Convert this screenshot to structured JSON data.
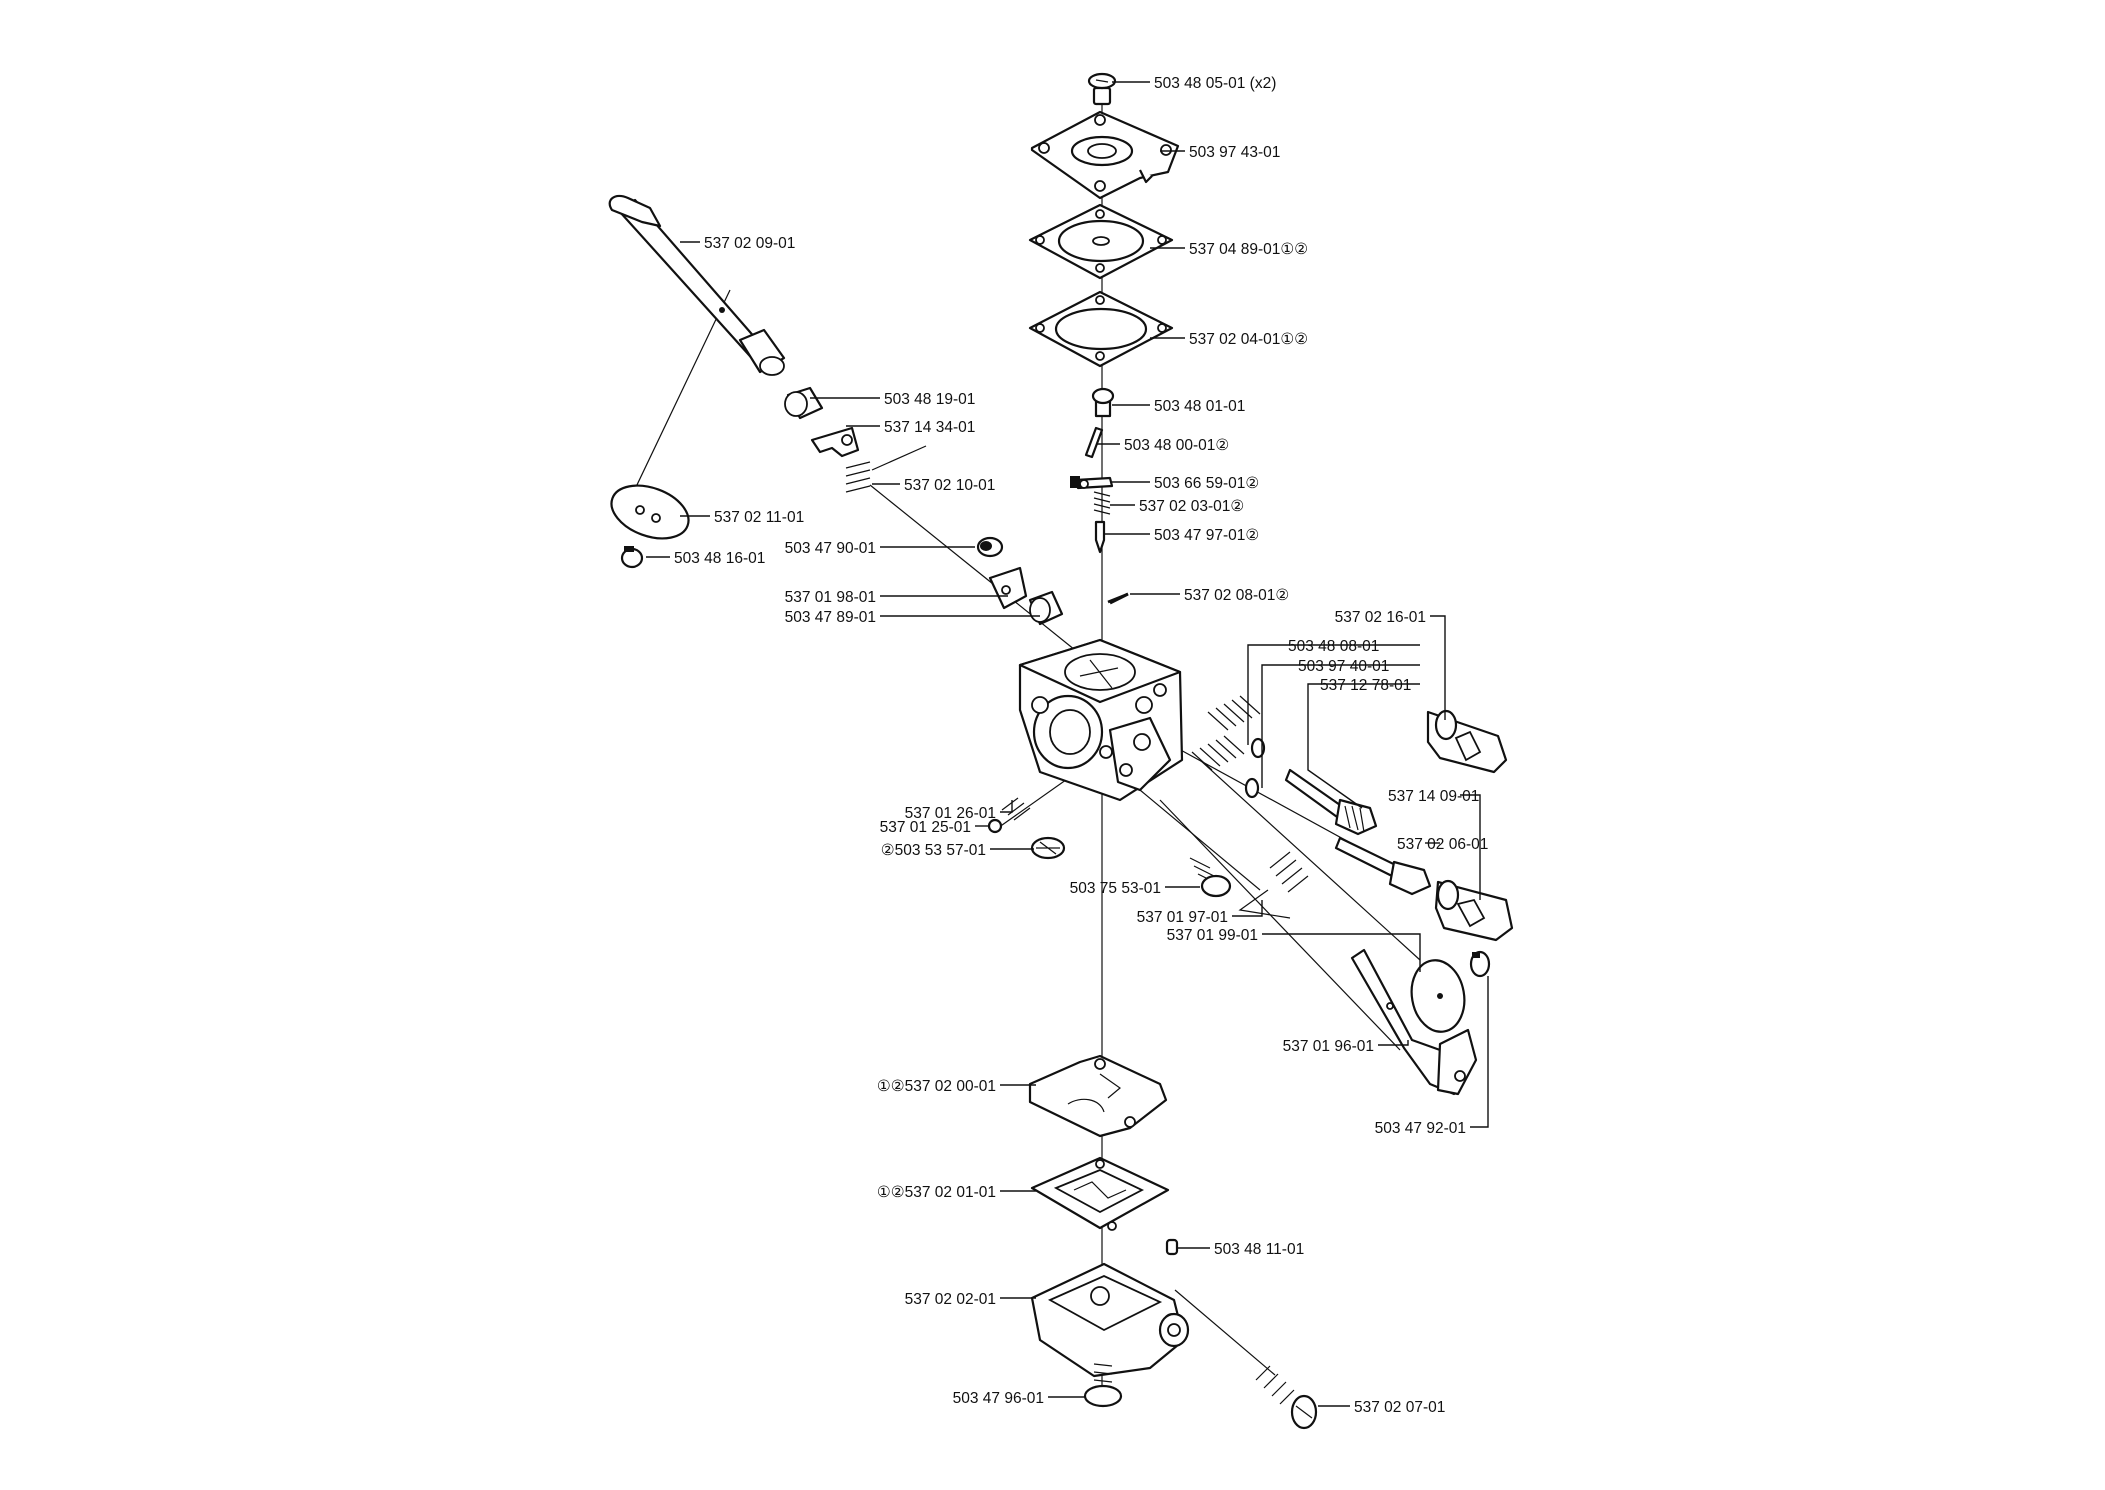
{
  "labels": {
    "l01": "503 48 05-01 (x2)",
    "l02": "503 97 43-01",
    "l03": "537 04 89-01①②",
    "l04": "537 02 04-01①②",
    "l05": "503 48 01-01",
    "l06": "503 48 00-01②",
    "l07": "503 66 59-01②",
    "l08": "537 02 03-01②",
    "l09": "503 47 97-01②",
    "l10": "537 02 08-01②",
    "l11": "537 02 09-01",
    "l12": "503 48 19-01",
    "l13": "537 14 34-01",
    "l14": "537 02 10-01",
    "l15": "537 02 11-01",
    "l16": "503 48 16-01",
    "l17": "503 47 90-01",
    "l18": "537 01 98-01",
    "l19": "503 47 89-01",
    "l20": "537 02 16-01",
    "l21": "503 48 08-01",
    "l22": "503 97 40-01",
    "l23": "537 12 78-01",
    "l24": "537 14 09-01",
    "l25": "537 01 26-01",
    "l26": "537 01 25-01",
    "l27": "②503 53 57-01",
    "l28": "537 02 06-01",
    "l29": "503 75 53-01",
    "l30": "537 01 97-01",
    "l31": "537 01 99-01",
    "l32": "537 01 96-01",
    "l33": "503 47 92-01",
    "l34": "①②537 02 00-01",
    "l35": "①②537 02 01-01",
    "l36": "503 48 11-01",
    "l37": "537 02 02-01",
    "l38": "503 47 96-01",
    "l39": "537 02 07-01"
  }
}
